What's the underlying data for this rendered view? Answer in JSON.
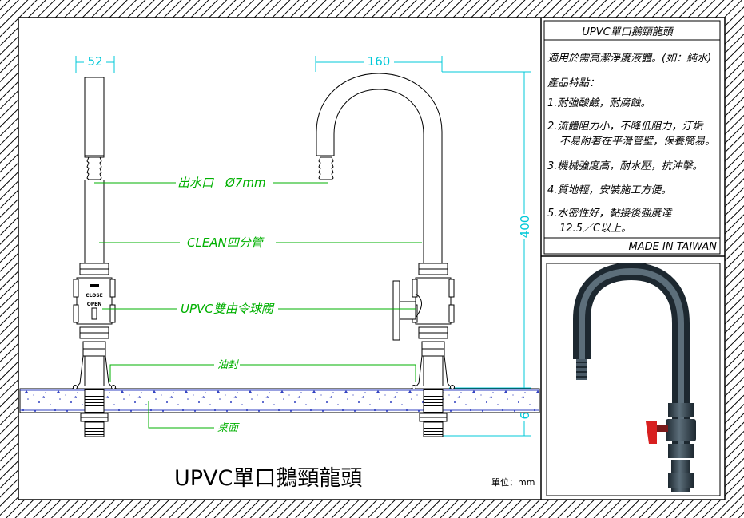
{
  "drawing": {
    "title": "UPVC單口鵝頸龍頭",
    "unit_label": "單位：mm"
  },
  "dimensions": {
    "width_52": "52",
    "span_160": "160",
    "height_400": "400",
    "depth_60": "60"
  },
  "callouts": {
    "outlet": "出水口　Ø7mm",
    "pipe": "CLEAN四分管",
    "valve": "UPVC雙由令球閥",
    "seal": "油封",
    "tabletop": "桌面"
  },
  "valve_marks": {
    "close": "CLOSE",
    "open": "OPEN"
  },
  "spec_panel": {
    "title": "UPVC單口鵝頸龍頭",
    "purpose": "適用於需高潔淨度液體。(如：純水)",
    "features_heading": "產品特點：",
    "features": [
      "1.耐強酸鹼，耐腐蝕。",
      "2.流體阻力小，不降低阻力，汙垢",
      "不易附著在平滑管壁，保養簡易。",
      "3.機械強度高，耐水壓，抗沖擊。",
      "4.質地輕，安裝施工方便。",
      "5.水密性好，黏接後強度達",
      "12.5／C以上。"
    ],
    "origin": "MADE IN TAIWAN"
  },
  "colors": {
    "dimension": "#00c8d8",
    "callout": "#00b000",
    "faucet_photo": "#3a4a56",
    "valve_handle": "#d82020"
  }
}
